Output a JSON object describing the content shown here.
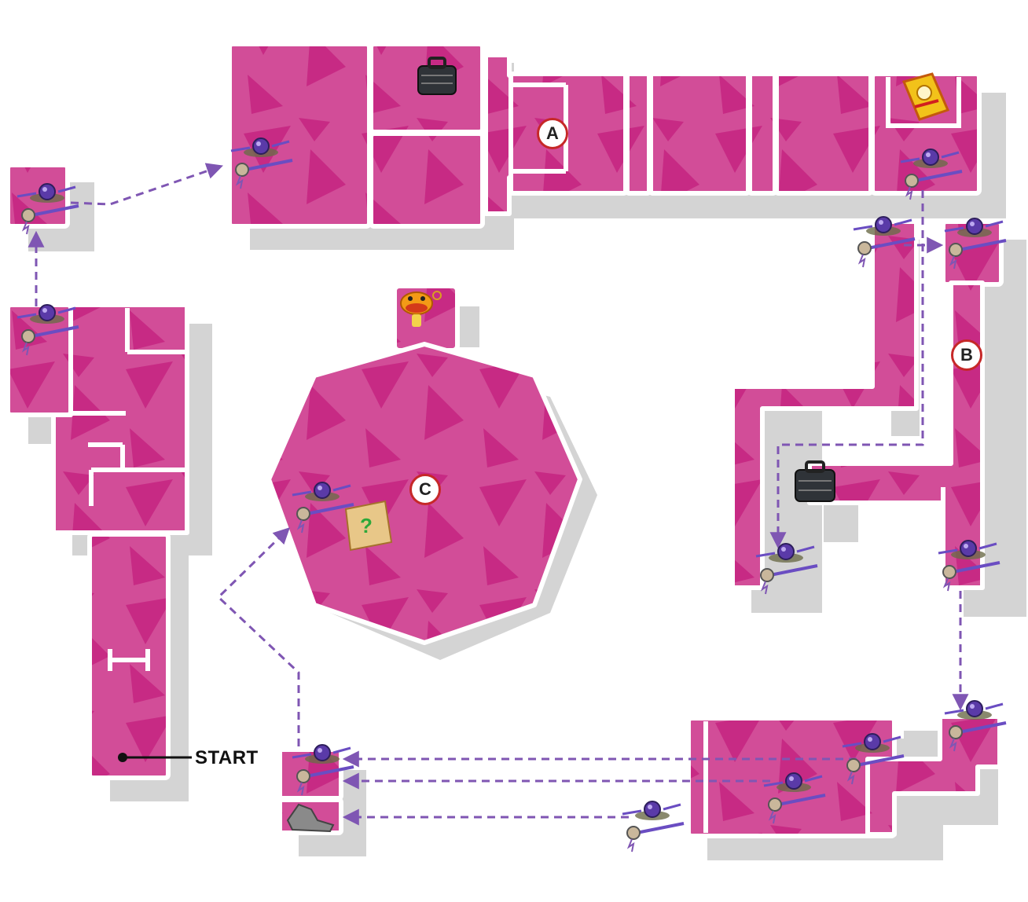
{
  "map": {
    "start_label": "START",
    "area_labels": [
      "A",
      "B",
      "C"
    ],
    "colors": {
      "floor": "#d24d98",
      "triangle": "#c72a84",
      "wall": "#ffffff",
      "shadow": "#d0d0d0",
      "path": "#7f56b3",
      "label_ring": "#c62828"
    },
    "icons": {
      "teleporter": "teleporter-icon",
      "briefcase": "briefcase-icon",
      "coin_pack": "coin-pack-icon",
      "sage": "sage-icon",
      "riddle_scroll": "riddle-scroll-icon",
      "gadget": "gadget-icon"
    }
  }
}
